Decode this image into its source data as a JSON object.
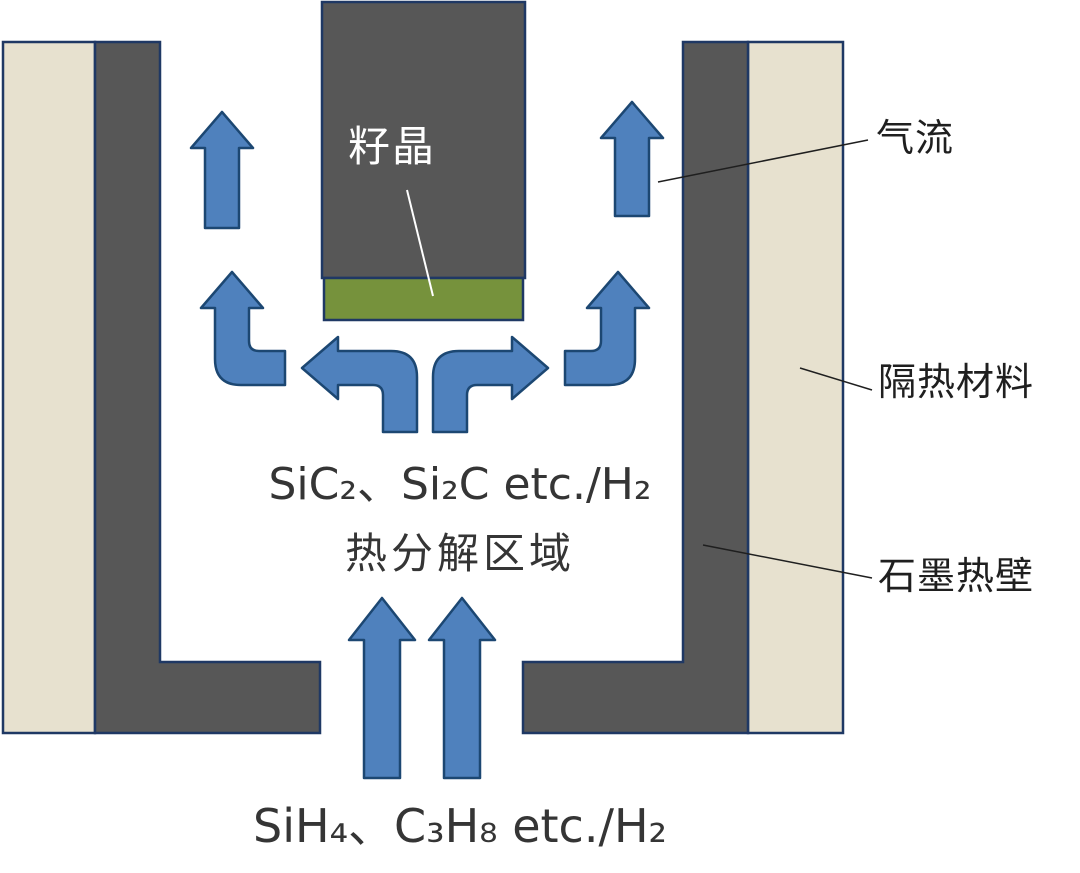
{
  "diagram": {
    "seed_label": "籽晶",
    "reaction_line1": "SiC₂、Si₂C etc./H₂",
    "reaction_line2": "热分解区域",
    "inlet_label": "SiH₄、C₃H₈ etc./H₂",
    "annotations": {
      "gas_flow": "气流",
      "insulation": "隔热材料",
      "graphite_wall": "石墨热壁"
    },
    "colors": {
      "insulation_fill": "#e7e1cf",
      "graphite_fill": "#575757",
      "seed_fill": "#76923c",
      "arrow_fill": "#4f81bd",
      "arrow_stroke": "#1c4772",
      "outline": "#1f3864",
      "text": "#353535",
      "seed_text": "#ffffff"
    }
  }
}
